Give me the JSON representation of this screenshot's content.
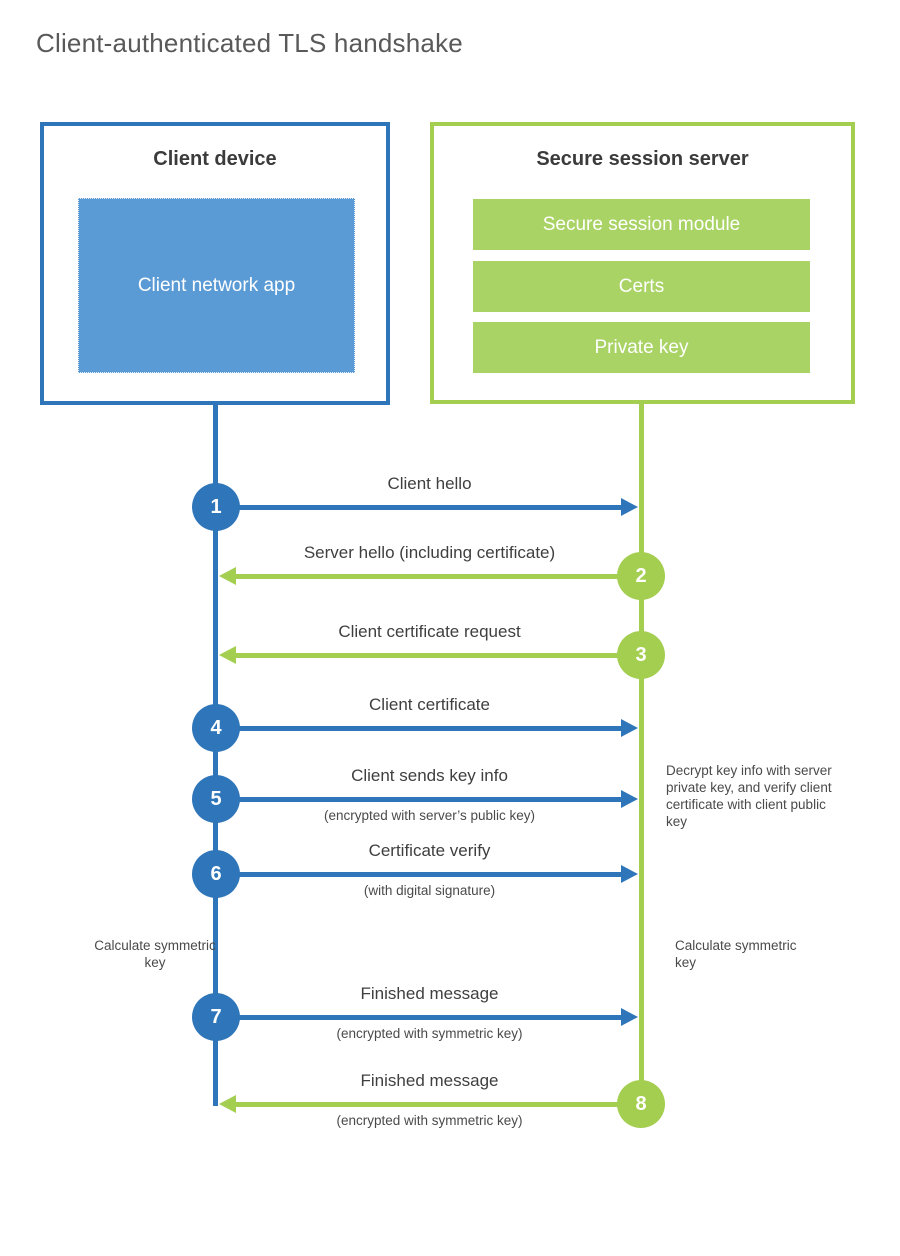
{
  "title": "Client-authenticated TLS handshake",
  "client_box": {
    "title": "Client device",
    "app_label": "Client network app"
  },
  "server_box": {
    "title": "Secure session server",
    "modules": [
      "Secure session module",
      "Certs",
      "Private key"
    ]
  },
  "steps": [
    {
      "num": "1",
      "label": "Client hello",
      "sub": "",
      "direction": "right",
      "actor": "client"
    },
    {
      "num": "2",
      "label": "Server hello (including certificate)",
      "sub": "",
      "direction": "left",
      "actor": "server"
    },
    {
      "num": "3",
      "label": "Client certificate request",
      "sub": "",
      "direction": "left",
      "actor": "server"
    },
    {
      "num": "4",
      "label": "Client certificate",
      "sub": "",
      "direction": "right",
      "actor": "client"
    },
    {
      "num": "5",
      "label": "Client sends key info",
      "sub": "(encrypted with server’s public key)",
      "direction": "right",
      "actor": "client"
    },
    {
      "num": "6",
      "label": "Certificate verify",
      "sub": "(with digital signature)",
      "direction": "right",
      "actor": "client"
    },
    {
      "num": "7",
      "label": "Finished message",
      "sub": "(encrypted with symmetric key)",
      "direction": "right",
      "actor": "client"
    },
    {
      "num": "8",
      "label": "Finished message",
      "sub": "(encrypted with symmetric key)",
      "direction": "left",
      "actor": "server"
    }
  ],
  "annotations": {
    "decrypt_note": "Decrypt key info with server private key, and verify client certificate with client public key",
    "calculate_left": "Calculate symmetric key",
    "calculate_right": "Calculate symmetric key"
  },
  "colors": {
    "blue_primary": "#2e75b9",
    "blue_fill": "#5b9bd5",
    "green_primary": "#a3ce4f",
    "green_fill": "#a9d365",
    "title_gray": "#595959",
    "heading_dark": "#3b3b3b",
    "label_gray": "#3f3f3f",
    "note_gray": "#4a4a4a"
  }
}
